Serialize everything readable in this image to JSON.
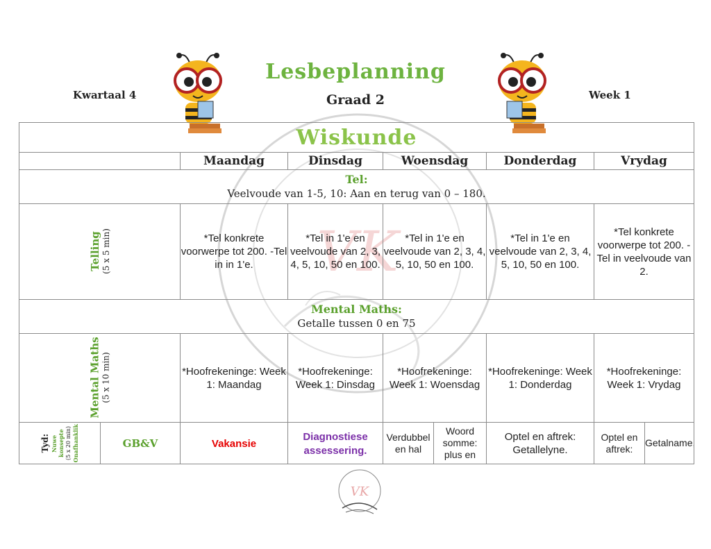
{
  "header": {
    "title": "Lesbeplanning",
    "grade": "Graad 2",
    "term": "Kwartaal 4",
    "week": "Week 1"
  },
  "subject": "Wiskunde",
  "days": [
    "Maandag",
    "Dinsdag",
    "Woensdag",
    "Donderdag",
    "Vrydag"
  ],
  "tel_band": {
    "heading": "Tel:",
    "text": "Veelvoude van 1-5, 10: Aan en terug van 0 – 180."
  },
  "telling": {
    "label": "Telling",
    "sub": "(5 x 5 min)",
    "cells": [
      "*Tel konkrete voorwerpe tot 200. -Tel in in 1'e.",
      "*Tel in 1'e en veelvoude van 2, 3, 4, 5, 10, 50 en 100.",
      "*Tel in 1'e en veelvoude van 2, 3, 4, 5, 10, 50 en 100.",
      "*Tel in 1'e en veelvoude van 2, 3, 4, 5, 10, 50 en 100.",
      "*Tel konkrete voorwerpe tot 200. -Tel in veelvoude van 2."
    ]
  },
  "mm_band": {
    "heading": "Mental Maths:",
    "text": "Getalle tussen 0 en 75"
  },
  "mental": {
    "label": "Mental Maths",
    "sub": "(5 x 10 min)",
    "cells": [
      "*Hoofrekeninge: Week 1: Maandag",
      "*Hoofrekeninge: Week 1: Dinsdag",
      "*Hoofrekeninge: Week 1: Woensdag",
      "*Hoofrekeninge: Week 1: Donderdag",
      "*Hoofrekeninge: Week 1: Vrydag"
    ]
  },
  "last_row": {
    "tyd": "Tyd:",
    "nuwe": "Nuwe konsepte",
    "duur": "(5 x 20 min)",
    "onafhanklik": "Onafhanklik",
    "gbv": "GB&V",
    "maandag": "Vakansie",
    "dinsdag": "Diagnostiese assessering.",
    "woensdag_a": "Verdubbel en hal",
    "woensdag_b": "Woord somme: plus en",
    "donderdag": "Optel en aftrek: Getallelyne.",
    "vrydag_a": "Optel en aftrek:",
    "vrydag_b": "Getalname,"
  },
  "colors": {
    "green": "#6db33f",
    "red": "#e60000",
    "purple": "#7b2fa8"
  }
}
